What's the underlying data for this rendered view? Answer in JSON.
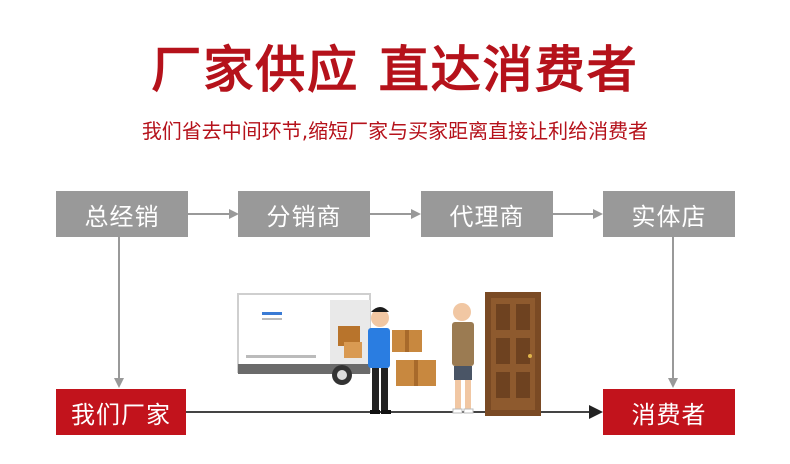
{
  "header": {
    "title": "厂家供应 直达消费者",
    "subtitle": "我们省去中间环节,缩短厂家与买家距离直接让利给消费者"
  },
  "chain": {
    "items": [
      "总经销",
      "分销商",
      "代理商",
      "实体店"
    ]
  },
  "direct": {
    "factory": "我们厂家",
    "consumer": "消费者"
  },
  "colors": {
    "accent": "#b5121b",
    "gray_box": "#999999",
    "arrow": "#999999",
    "bottom_arrow": "#333333"
  },
  "illustration": {
    "icons": [
      "delivery-truck-icon",
      "courier-person-icon",
      "customer-person-icon",
      "wooden-door-icon",
      "parcel-box-icon"
    ]
  }
}
